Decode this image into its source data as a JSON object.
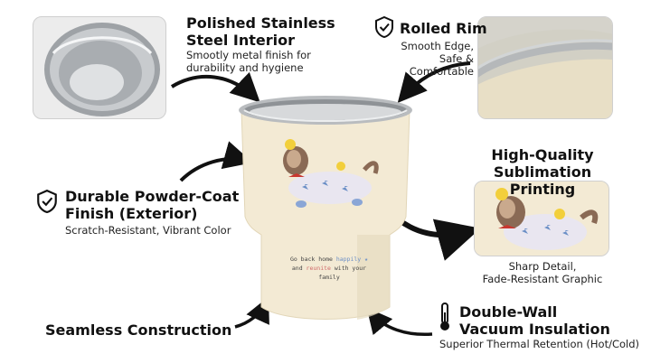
{
  "callouts": {
    "interior": {
      "title_line1": "Polished Stainless",
      "title_line2": "Steel Interior",
      "sub_line1": "Smootly metal finish for",
      "sub_line2": "durability and hygiene"
    },
    "rim": {
      "title": "Rolled Rim",
      "sub_line1": "Smooth Edge,",
      "sub_line2": "Safe & Comfortable"
    },
    "printing": {
      "title_line1": "High-Quality",
      "title_line2": "Sublimation Printing",
      "sub_line1": "Sharp Detail,",
      "sub_line2": "Fade-Resistant Graphic"
    },
    "finish": {
      "title_line1": "Durable Powder-Coat",
      "title_line2": "Finish (Exterior)",
      "sub": "Scratch-Resistant, Vibrant Color"
    },
    "seamless": {
      "title": "Seamless Construction"
    },
    "insulation": {
      "title_line1": "Double-Wall",
      "title_line2": "Vacuum Insulation",
      "sub": "Superior Thermal Retention (Hot/Cold)"
    }
  },
  "mug_print": {
    "line1_a": "Go back home ",
    "line1_b": "happily",
    "line1_c": " ★",
    "line2_a": "and ",
    "line2_b": "reunite",
    "line2_c": " with your family"
  },
  "colors": {
    "mug_body": "#f3ead4",
    "steel": "#b9bcbf",
    "accent_blue": "#6b8fc6"
  },
  "icons": [
    "shield-check-icon",
    "thermometer-icon"
  ]
}
